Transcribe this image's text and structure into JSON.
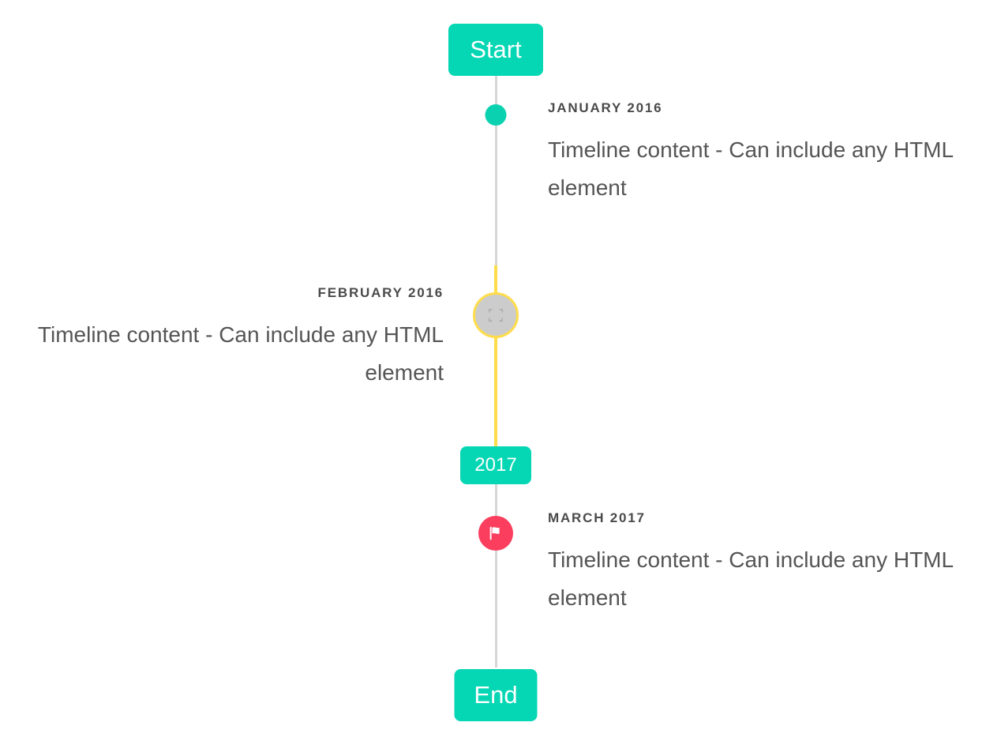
{
  "timeline": {
    "start_label": "Start",
    "end_label": "End",
    "year_divider_label": "2017",
    "colors": {
      "accent_teal": "#05d6b4",
      "marker_dot_teal": "#0ad2b0",
      "highlight_yellow": "#ffdd4a",
      "flag_pink": "#fb3e5e",
      "line_gray": "#d6d6d6",
      "image_marker_gray": "#cccccc",
      "date_text": "#4a4a4a",
      "body_text": "#555555",
      "background": "#ffffff"
    },
    "events": [
      {
        "date": "JANUARY 2016",
        "body": "Timeline content - Can include any HTML element",
        "side": "right",
        "marker": "dot-icon"
      },
      {
        "date": "FEBRUARY 2016",
        "body": "Timeline content - Can include any HTML element",
        "side": "left",
        "marker": "broken-image-icon"
      },
      {
        "date": "MARCH 2017",
        "body": "Timeline content - Can include any HTML element",
        "side": "right",
        "marker": "flag-icon"
      }
    ]
  }
}
